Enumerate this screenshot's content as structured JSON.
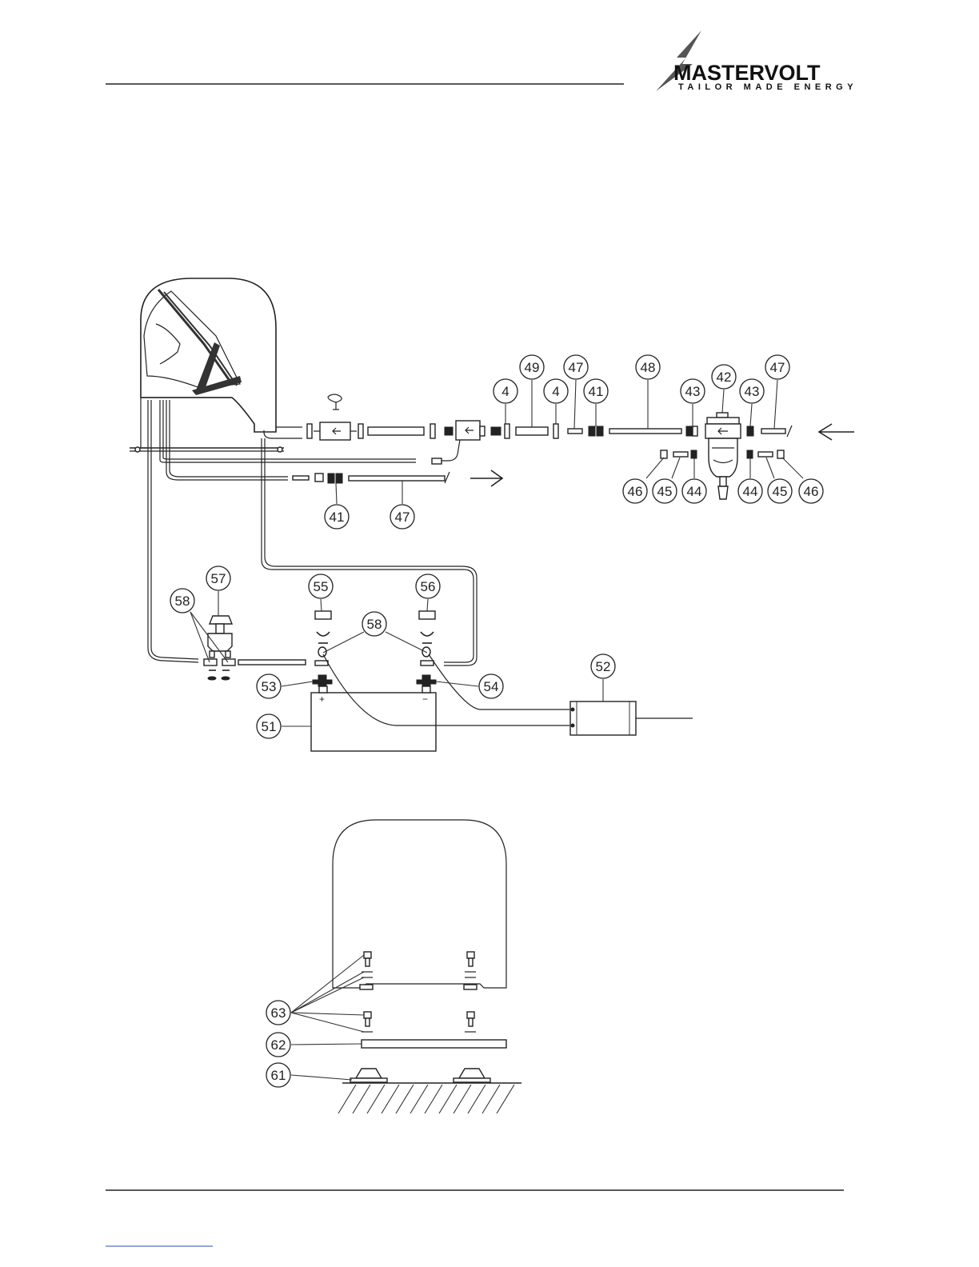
{
  "header": {
    "brand_name": "MASTERVOLT",
    "brand_tagline": "TAILOR MADE ENERGY"
  },
  "battery": {
    "plus_sign": "+",
    "minus_sign": "−"
  },
  "callouts": [
    {
      "id": "c-4a",
      "label": "4"
    },
    {
      "id": "c-49",
      "label": "49"
    },
    {
      "id": "c-4b",
      "label": "4"
    },
    {
      "id": "c-47a",
      "label": "47"
    },
    {
      "id": "c-41a",
      "label": "41"
    },
    {
      "id": "c-48",
      "label": "48"
    },
    {
      "id": "c-43a",
      "label": "43"
    },
    {
      "id": "c-42",
      "label": "42"
    },
    {
      "id": "c-43b",
      "label": "43"
    },
    {
      "id": "c-47b",
      "label": "47"
    },
    {
      "id": "c-46a",
      "label": "46"
    },
    {
      "id": "c-45a",
      "label": "45"
    },
    {
      "id": "c-44a",
      "label": "44"
    },
    {
      "id": "c-44b",
      "label": "44"
    },
    {
      "id": "c-45b",
      "label": "45"
    },
    {
      "id": "c-46b",
      "label": "46"
    },
    {
      "id": "c-41b",
      "label": "41"
    },
    {
      "id": "c-47c",
      "label": "47"
    },
    {
      "id": "c-57",
      "label": "57"
    },
    {
      "id": "c-58a",
      "label": "58"
    },
    {
      "id": "c-55",
      "label": "55"
    },
    {
      "id": "c-56",
      "label": "56"
    },
    {
      "id": "c-58b",
      "label": "58"
    },
    {
      "id": "c-53",
      "label": "53"
    },
    {
      "id": "c-54",
      "label": "54"
    },
    {
      "id": "c-52",
      "label": "52"
    },
    {
      "id": "c-51",
      "label": "51"
    },
    {
      "id": "c-63",
      "label": "63"
    },
    {
      "id": "c-62",
      "label": "62"
    },
    {
      "id": "c-61",
      "label": "61"
    }
  ]
}
